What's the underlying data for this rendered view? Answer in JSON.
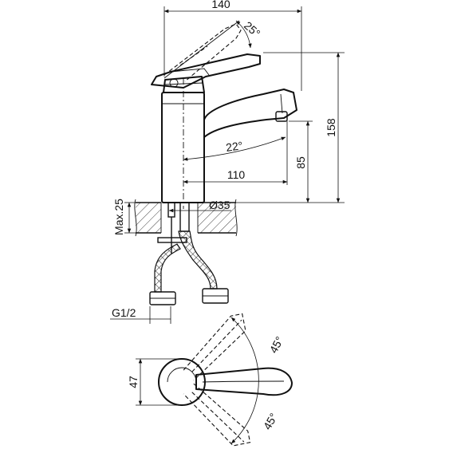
{
  "dimensions": {
    "width_total": "140",
    "lever_tilt": "25°",
    "height_total": "158",
    "spout_height": "85",
    "spout_reach": "110",
    "spout_swivel": "22°",
    "counter_thickness": "Max.25",
    "hole_diameter": "Ø35",
    "connection_thread": "G1/2",
    "body_width": "47",
    "rotation_upper": "45°",
    "rotation_lower": "45°"
  },
  "colors": {
    "line": "#111111",
    "background": "#ffffff"
  }
}
